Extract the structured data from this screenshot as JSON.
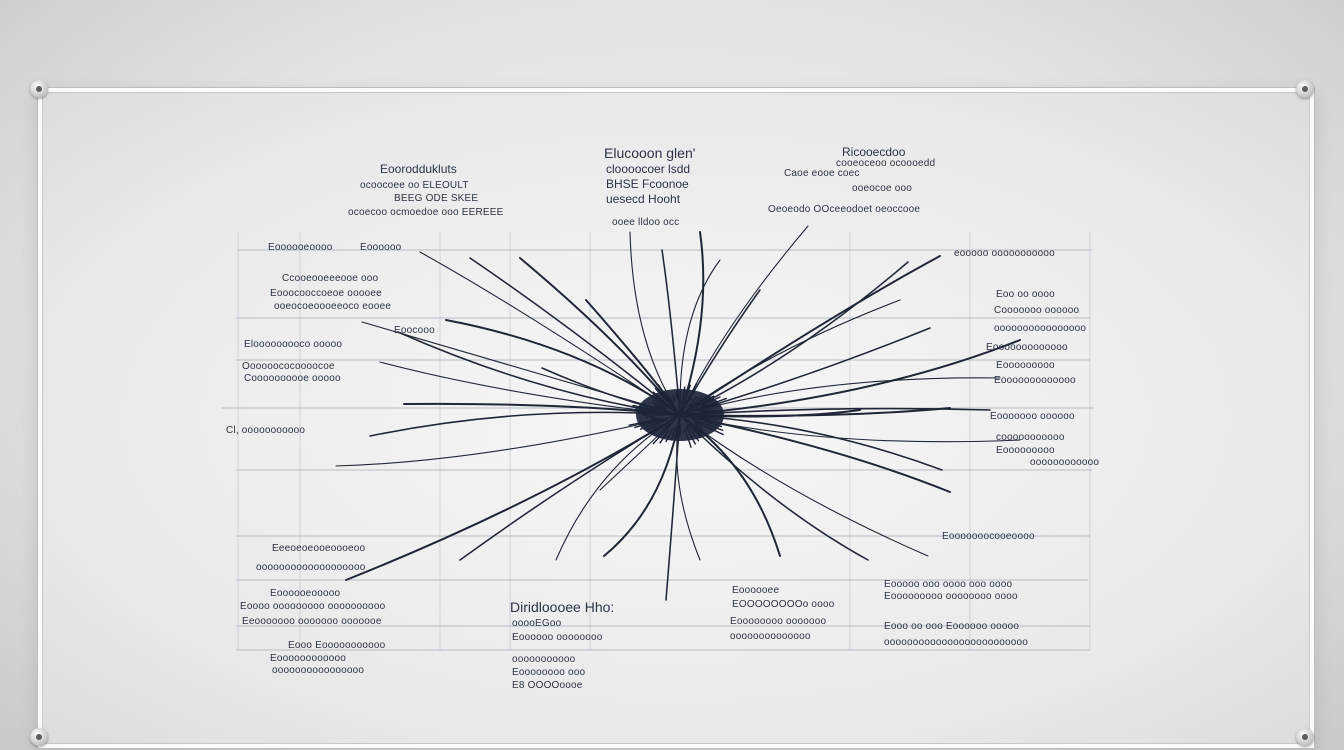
{
  "title": "",
  "hub_color": "#1c2438",
  "line_color": "#1f2636",
  "labels": [
    {
      "id": "top-left-1",
      "text": "Eooroddukluts",
      "cls": "med"
    },
    {
      "id": "top-left-2",
      "text": "ocoocoee oo ELEOULT",
      "cls": "small"
    },
    {
      "id": "top-left-3",
      "text": "BEEG ODE SKEE",
      "cls": "small"
    },
    {
      "id": "top-left-4",
      "text": "ocoecoo ocmoedoe ooo EEREEE",
      "cls": "small"
    },
    {
      "id": "top-center-1",
      "text": "Elucooon glen'",
      "cls": "big"
    },
    {
      "id": "top-center-2",
      "text": "cloooocoer lsdd",
      "cls": "med"
    },
    {
      "id": "top-center-3",
      "text": "BHSE Fcoonoe",
      "cls": "med"
    },
    {
      "id": "top-center-4",
      "text": "uesecd Hooht",
      "cls": "med"
    },
    {
      "id": "top-center-5",
      "text": "ooee lldoo occ",
      "cls": "small"
    },
    {
      "id": "top-right-1",
      "text": "Ricooecdoo",
      "cls": "med"
    },
    {
      "id": "top-right-2",
      "text": "cooeoceoo ocoooedd",
      "cls": "small"
    },
    {
      "id": "top-right-3",
      "text": "Caoe eooe coec",
      "cls": "small"
    },
    {
      "id": "top-right-4",
      "text": "ooeocoe ooo",
      "cls": "small"
    },
    {
      "id": "top-right-5",
      "text": "Oeoeodo OOceeodoet oeoccooe",
      "cls": "small"
    },
    {
      "id": "left-1",
      "text": "Eoooooeoooo",
      "cls": "small"
    },
    {
      "id": "left-2",
      "text": "Eoooooo",
      "cls": "small"
    },
    {
      "id": "left-3",
      "text": "Ccooeooeeeooe ooo",
      "cls": "small"
    },
    {
      "id": "left-4",
      "text": "Eooocooccoeoe ooooee",
      "cls": "small"
    },
    {
      "id": "left-5",
      "text": "ooeocoeoooeeoco eooee",
      "cls": "small"
    },
    {
      "id": "left-6",
      "text": "Eoocooo",
      "cls": "small"
    },
    {
      "id": "left-7",
      "text": "Elooooooooco ooooo",
      "cls": "small"
    },
    {
      "id": "left-8",
      "text": "Oooooococoooocoe",
      "cls": "small"
    },
    {
      "id": "left-9",
      "text": "Coooooooooe ooooo",
      "cls": "small"
    },
    {
      "id": "left-10",
      "text": "Cl, ooooooooooo",
      "cls": "small"
    },
    {
      "id": "right-1",
      "text": "eooooo ooooooooooo",
      "cls": "small"
    },
    {
      "id": "right-2",
      "text": "Eoo oo oooo",
      "cls": "small"
    },
    {
      "id": "right-3",
      "text": "Cooooooo oooooo",
      "cls": "small"
    },
    {
      "id": "right-4",
      "text": "oooooooooooooooo",
      "cls": "small"
    },
    {
      "id": "right-5",
      "text": "Eooooooooooooo",
      "cls": "small"
    },
    {
      "id": "right-6",
      "text": "Eooooooooo",
      "cls": "small"
    },
    {
      "id": "right-7",
      "text": "Eooooooooooooo",
      "cls": "small"
    },
    {
      "id": "right-8",
      "text": "Eooooooo oooooo",
      "cls": "small"
    },
    {
      "id": "right-9",
      "text": "cooooooooooo",
      "cls": "small"
    },
    {
      "id": "right-10",
      "text": "Eooooooooo",
      "cls": "small"
    },
    {
      "id": "right-11",
      "text": "oooooooooooo",
      "cls": "small"
    },
    {
      "id": "right-12",
      "text": "Eooooooocooeoooo",
      "cls": "small"
    },
    {
      "id": "bottom-left-1",
      "text": "Eeeoeoeooeoooeoo",
      "cls": "small"
    },
    {
      "id": "bottom-left-2",
      "text": "ooooooooooooooooooo",
      "cls": "small"
    },
    {
      "id": "bottom-left-3",
      "text": "Eoooooeooooo",
      "cls": "small"
    },
    {
      "id": "bottom-left-4",
      "text": "Eoooo ooooooooo oooooooooo",
      "cls": "small"
    },
    {
      "id": "bottom-left-5",
      "text": "Eeooooooo ooooooo ooooooe",
      "cls": "small"
    },
    {
      "id": "bottom-left-6",
      "text": "Eooo Eooooooooooo",
      "cls": "small"
    },
    {
      "id": "bottom-left-7",
      "text": "Eoooooooooooo",
      "cls": "small"
    },
    {
      "id": "bottom-left-8",
      "text": "oooooooooooooooo",
      "cls": "small"
    },
    {
      "id": "bottom-center-1",
      "text": "Diridloooee Hho:",
      "cls": "big"
    },
    {
      "id": "bottom-center-2",
      "text": "ooooEGoo",
      "cls": "small"
    },
    {
      "id": "bottom-center-3",
      "text": "Eoooooo oooooooo",
      "cls": "small"
    },
    {
      "id": "bottom-center-4",
      "text": "ooooooooooo",
      "cls": "small"
    },
    {
      "id": "bottom-center-5",
      "text": "Eoooooooo ooo",
      "cls": "small"
    },
    {
      "id": "bottom-center-6",
      "text": "E8 OOOOoooe",
      "cls": "small"
    },
    {
      "id": "bottom-mid-1",
      "text": "Eoooooee",
      "cls": "small"
    },
    {
      "id": "bottom-mid-2",
      "text": "EOOOOOOOOo oooo",
      "cls": "small"
    },
    {
      "id": "bottom-mid-3",
      "text": "Eoooooooo ooooooo",
      "cls": "small"
    },
    {
      "id": "bottom-mid-4",
      "text": "oooooooooooooo",
      "cls": "small"
    },
    {
      "id": "bottom-right-1",
      "text": "Eooooo ooo oooo ooo oooo",
      "cls": "small"
    },
    {
      "id": "bottom-right-2",
      "text": "Eooooooooo oooooooo oooo",
      "cls": "small"
    },
    {
      "id": "bottom-right-3",
      "text": "Eooo oo ooo Eoooooo ooooo",
      "cls": "small"
    },
    {
      "id": "bottom-right-4",
      "text": "ooooooooooooooooooooooooo",
      "cls": "small"
    }
  ]
}
